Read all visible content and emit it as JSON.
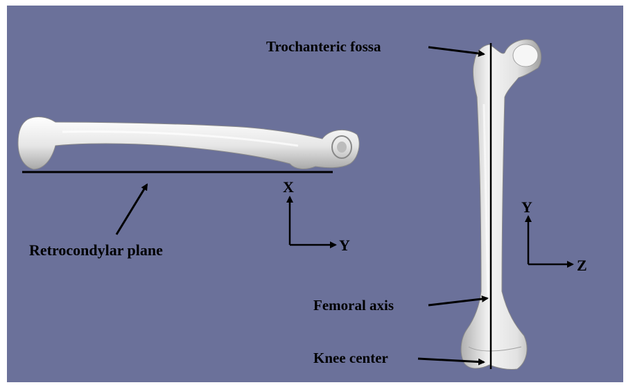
{
  "labels": {
    "trochanteric_fossa": "Trochanteric fossa",
    "retrocondylar_plane": "Retrocondylar plane",
    "femoral_axis": "Femoral axis",
    "knee_center": "Knee center"
  },
  "axes_left": {
    "up": "X",
    "right": "Y"
  },
  "axes_right": {
    "up": "Y",
    "right": "Z"
  },
  "colors": {
    "background": "#6b719a",
    "bone": "#ececec",
    "line": "#000000"
  }
}
